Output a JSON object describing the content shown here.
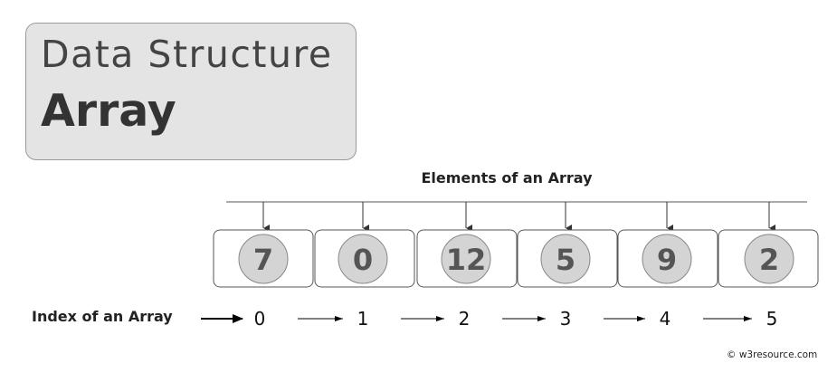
{
  "title": {
    "line1": "Data Structure",
    "line2": "Array"
  },
  "elements_label": "Elements of an Array",
  "index_label": "Index of an Array",
  "array": {
    "values": [
      "7",
      "0",
      "12",
      "5",
      "9",
      "2"
    ],
    "indices": [
      "0",
      "1",
      "2",
      "3",
      "4",
      "5"
    ]
  },
  "copyright": {
    "symbol": "©",
    "text": "w3resource.com"
  },
  "colors": {
    "title_box_bg": "#e4e4e4",
    "circle_fill": "#d4d4d4",
    "value_text": "#555555"
  }
}
